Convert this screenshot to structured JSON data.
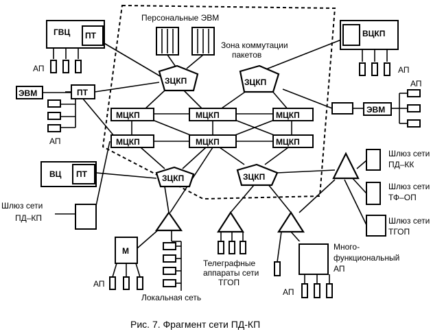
{
  "diagram": {
    "caption": "Рис. 7. Фрагмент сети ПД-КП",
    "zone_label_1": "Зона коммутации",
    "zone_label_2": "пакетов",
    "pc_label": "Персональные ЭВМ",
    "gvc": "ГВЦ",
    "vcкп": "ВЦКП",
    "vc": "ВЦ",
    "pt": "ПТ",
    "evm": "ЭВМ",
    "zckp": "ЗЦКП",
    "mckp": "МЦКП",
    "ap": "АП",
    "m": "М",
    "gw_pdkp_1": "Шлюз сети",
    "gw_pdkp_2": "ПД–КП",
    "gw_pdkk_1": "Шлюз сети",
    "gw_pdkk_2": "ПД–КК",
    "gw_tfop_1": "Шлюз сети",
    "gw_tfop_2": "ТФ–ОП",
    "gw_tgop_1": "Шлюз сети",
    "gw_tgop_2": "ТГОП",
    "telegraph_1": "Телеграфные",
    "telegraph_2": "аппараты сети",
    "telegraph_3": "ТГОП",
    "multi_1": "Много-",
    "multi_2": "функциональный",
    "multi_3": "АП",
    "lan": "Локальная сеть"
  }
}
